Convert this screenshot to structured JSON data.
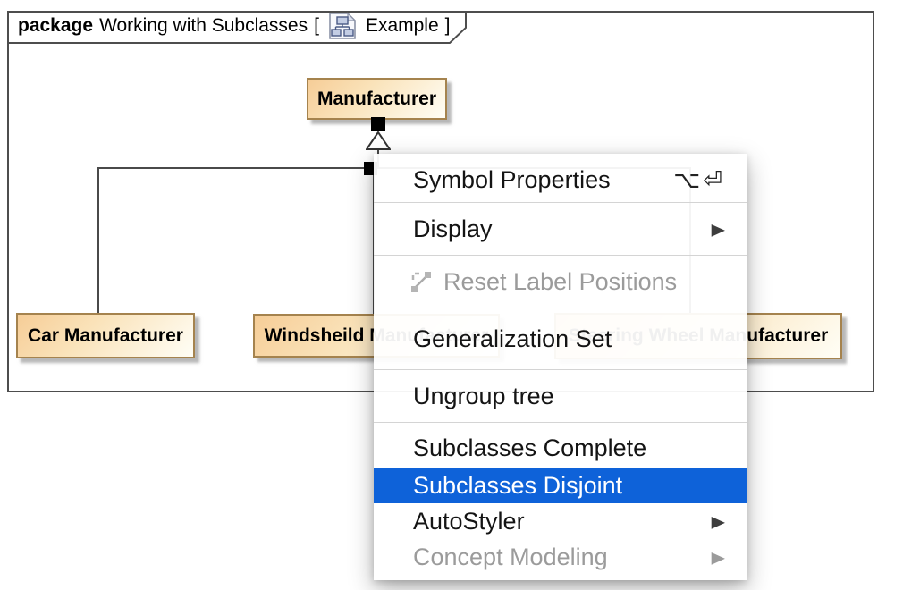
{
  "frame": {
    "keyword": "package",
    "title": "Working with Subclasses",
    "open_bracket": "[",
    "diagram_name": "Example",
    "close_bracket": "]"
  },
  "diagram": {
    "classes": [
      {
        "name": "Manufacturer"
      },
      {
        "name": "Car Manufacturer"
      },
      {
        "name": "Windsheild Manufacturer"
      },
      {
        "name": "Steering Wheel Manufacturer"
      }
    ]
  },
  "context_menu": {
    "submenu_arrow": "▶",
    "items": [
      {
        "label": "Symbol Properties",
        "shortcut": "⌥⏎",
        "state": "enabled"
      },
      {
        "label": "Display",
        "submenu": true,
        "state": "enabled"
      },
      {
        "label": "Reset Label Positions",
        "icon": "reset-label-positions-icon",
        "state": "disabled"
      },
      {
        "label": "Generalization Set",
        "state": "enabled"
      },
      {
        "label": "Ungroup tree",
        "state": "enabled"
      },
      {
        "label": "Subclasses Complete",
        "state": "enabled"
      },
      {
        "label": "Subclasses Disjoint",
        "state": "highlighted"
      },
      {
        "label": "AutoStyler",
        "submenu": true,
        "state": "enabled"
      },
      {
        "label": "Concept Modeling",
        "submenu": true,
        "state": "disabled"
      }
    ]
  },
  "colors": {
    "highlight_blue": "#0e62d9",
    "box_border": "#a5834e",
    "box_fill_start": "#f6cd97",
    "box_fill_end": "#fffef6",
    "frame_border": "#4d4d4d",
    "disabled_text": "#9b9b9b"
  }
}
